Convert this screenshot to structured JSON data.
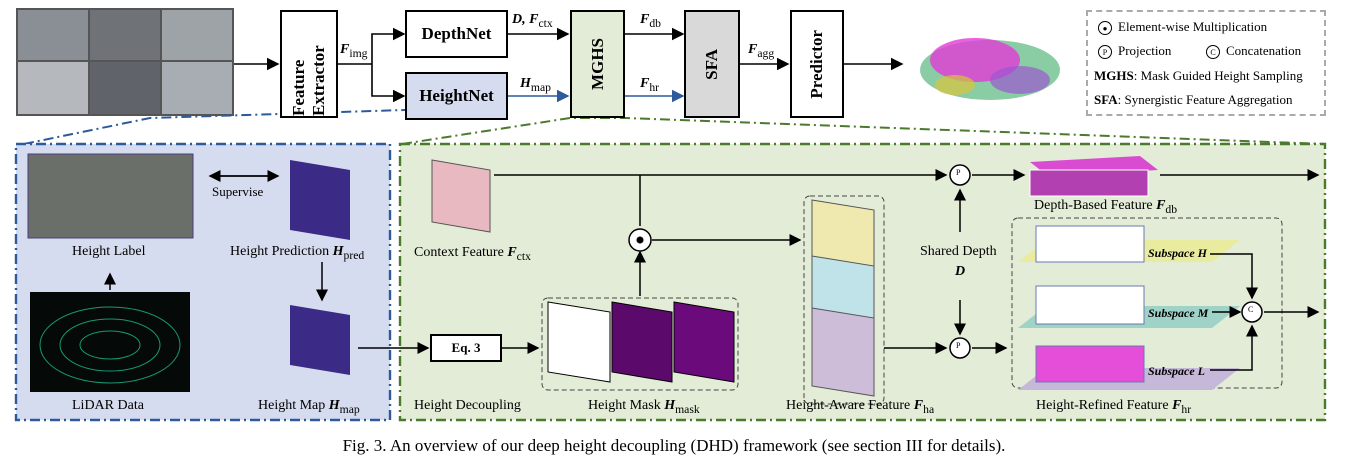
{
  "top": {
    "feature_extractor": "Feature Extractor",
    "depthnet": "DepthNet",
    "heightnet": "HeightNet",
    "mghs": "MGHS",
    "sfa": "SFA",
    "predictor": "Predictor",
    "f_img": "F",
    "f_img_sub": "img",
    "d_fctx": "D, F",
    "d_fctx_sub": "ctx",
    "h_map": "H",
    "h_map_sub": "map",
    "f_db": "F",
    "f_db_sub": "db",
    "f_hr": "F",
    "f_hr_sub": "hr",
    "f_agg": "F",
    "f_agg_sub": "agg"
  },
  "legend": {
    "mult": "Element-wise  Multiplication",
    "proj": "Projection",
    "concat": "Concatenation",
    "mghs_key": "MGHS",
    "mghs_desc": ": Mask Guided Height Sampling",
    "sfa_key": "SFA",
    "sfa_desc": ":   Synergistic Feature Aggregation",
    "proj_sym": "P",
    "concat_sym": "C"
  },
  "left_panel": {
    "supervise": "Supervise",
    "height_label": "Height Label",
    "height_prediction": "Height Prediction ",
    "h_pred": "H",
    "h_pred_sub": "pred",
    "lidar": "LiDAR Data",
    "height_map": "Height Map ",
    "h_map": "H",
    "h_map_sub": "map"
  },
  "right_panel": {
    "context_feature": "Context Feature ",
    "f_ctx": "F",
    "f_ctx_sub": "ctx",
    "eq3": "Eq. 3",
    "height_decoupling": "Height Decoupling",
    "height_mask": "Height Mask ",
    "h_mask": "H",
    "h_mask_sub": "mask",
    "height_aware": "Height-Aware Feature ",
    "f_ha": "F",
    "f_ha_sub": "ha",
    "shared_depth": "Shared Depth",
    "d": "D",
    "depth_based": "Depth-Based Feature ",
    "f_db": "F",
    "f_db_sub": "db",
    "height_refined": "Height-Refined Feature ",
    "f_hr": "F",
    "f_hr_sub": "hr",
    "subspace_h": "Subspace H",
    "subspace_m": "Subspace M",
    "subspace_l": "Subspace L",
    "p_sym": "P",
    "c_sym": "C"
  },
  "caption": "Fig. 3.   An overview of our deep height decoupling (DHD) framework (see section III for details)."
}
